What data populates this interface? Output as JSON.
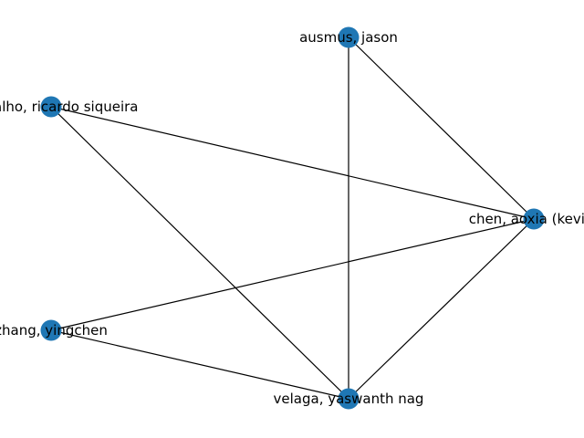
{
  "graph": {
    "node_color": "#1f77b4",
    "edge_color": "#000000",
    "nodes": [
      {
        "id": "ausmus",
        "label": "ausmus, jason"
      },
      {
        "id": "carvalho",
        "label": "carvalho, ricardo siqueira"
      },
      {
        "id": "chen",
        "label": "chen, aoxia (kevin)"
      },
      {
        "id": "zhang",
        "label": "zhang, yingchen"
      },
      {
        "id": "velaga",
        "label": "velaga, yaswanth nag"
      }
    ],
    "edges": [
      {
        "source": "ausmus",
        "target": "velaga"
      },
      {
        "source": "ausmus",
        "target": "chen"
      },
      {
        "source": "carvalho",
        "target": "chen"
      },
      {
        "source": "carvalho",
        "target": "velaga"
      },
      {
        "source": "chen",
        "target": "zhang"
      },
      {
        "source": "chen",
        "target": "velaga"
      },
      {
        "source": "zhang",
        "target": "velaga"
      }
    ]
  }
}
